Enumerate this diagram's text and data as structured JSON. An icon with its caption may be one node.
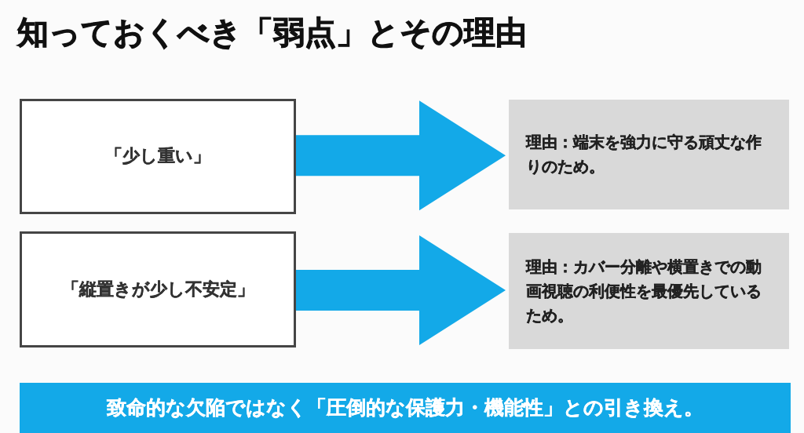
{
  "diagram": {
    "title": "知っておくべき「弱点」とその理由",
    "nodes": [
      {
        "text": [
          "「少し重い」"
        ]
      },
      {
        "text": [
          "理由：端末を強力に守る頑丈な作りのため。"
        ]
      },
      {
        "text": [
          "「縦置きが少し不安定」"
        ]
      },
      {
        "text": [
          "理由：カバー分離や横置きでの動画視聴の利便性を最優先しているため。"
        ]
      },
      {
        "text": [
          "致命的な欠陥ではなく「圧倒的な保護力・機能性」との引き換え。"
        ]
      }
    ],
    "edges": [
      {
        "from": 0,
        "to": 1,
        "arrow": "to"
      },
      {
        "from": 2,
        "to": 3,
        "arrow": "to"
      }
    ]
  }
}
